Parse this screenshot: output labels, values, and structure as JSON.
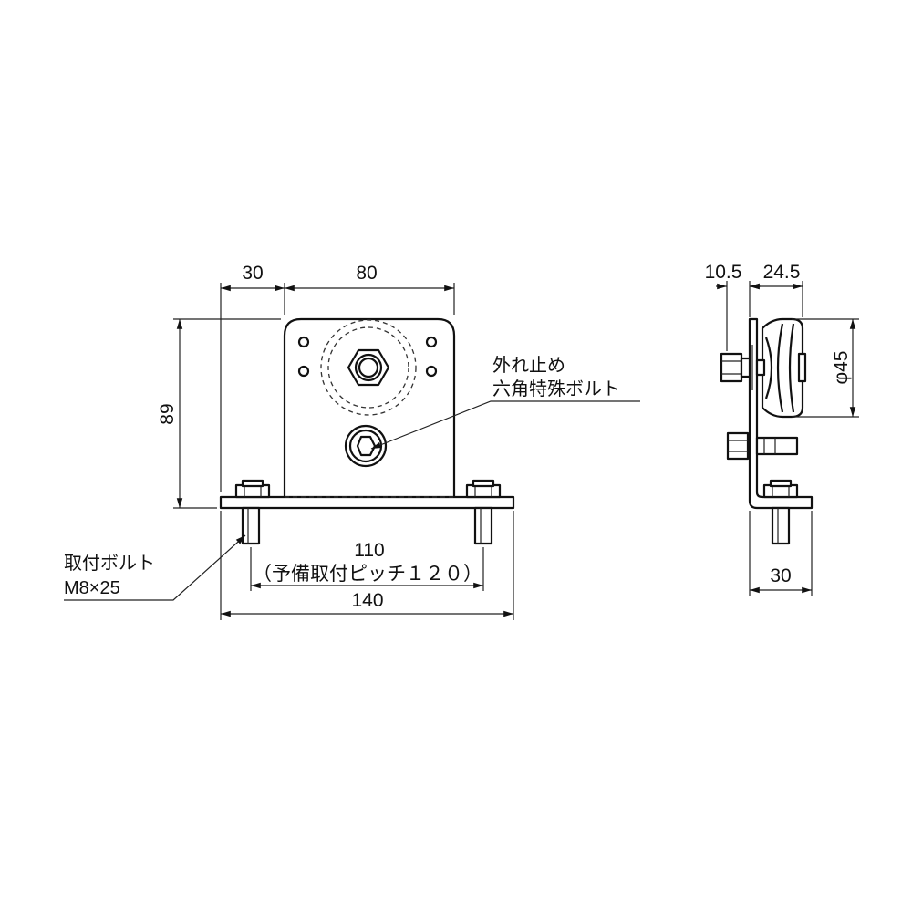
{
  "front_view": {
    "dim_left": "30",
    "dim_top": "80",
    "dim_height": "89",
    "dim_pitch": "110",
    "dim_pitch_note": "（予備取付ピッチ１２０）",
    "dim_width": "140",
    "callout_stopper_line1": "外れ止め",
    "callout_stopper_line2": "六角特殊ボルト",
    "callout_bolt_line1": "取付ボルト",
    "callout_bolt_line2": "M8×25"
  },
  "side_view": {
    "dim_offset": "10.5",
    "dim_wheel_width": "24.5",
    "dim_diameter": "φ45",
    "dim_base": "30"
  }
}
